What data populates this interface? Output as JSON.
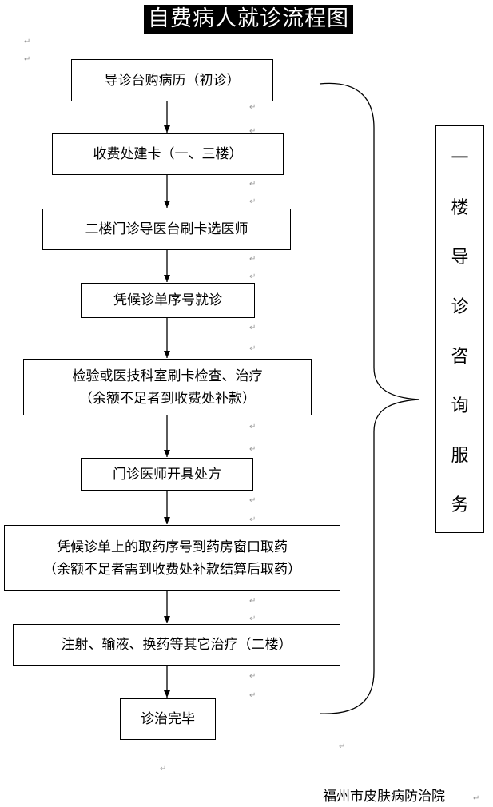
{
  "title": "自费病人就诊流程图",
  "steps": [
    {
      "line1": "导诊台购病历（初诊）"
    },
    {
      "line1": "收费处建卡（一、三楼）"
    },
    {
      "line1": "二楼门诊导医台刷卡选医师"
    },
    {
      "line1": "凭候诊单序号就诊"
    },
    {
      "line1": "检验或医技科室刷卡检查、治疗",
      "line2": "（余额不足者到收费处补款）"
    },
    {
      "line1": "门诊医师开具处方"
    },
    {
      "line1": "凭候诊单上的取药序号到药房窗口取药",
      "line2": "（余额不足者需到收费处补款结算后取药）"
    },
    {
      "line1": "注射、输液、换药等其它治疗（二楼）"
    },
    {
      "line1": "诊治完毕"
    }
  ],
  "side": {
    "chars": [
      "一",
      "楼",
      "导",
      "诊",
      "咨",
      "询",
      "服",
      "务"
    ]
  },
  "footer": "福州市皮肤病防治院"
}
